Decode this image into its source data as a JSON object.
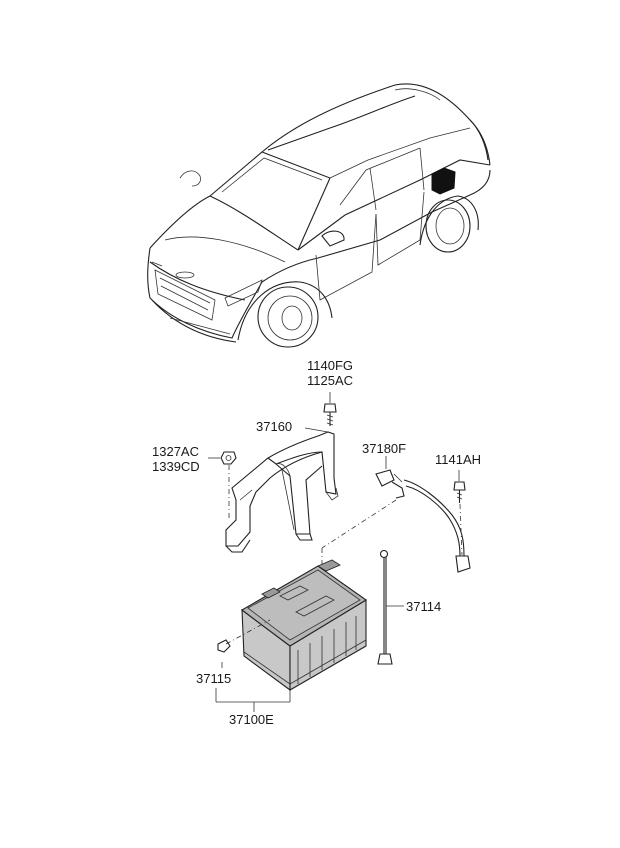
{
  "labels": {
    "l1140fg": "1140FG",
    "l1125ac": "1125AC",
    "l37160": "37160",
    "l1327ac": "1327AC",
    "l1339cd": "1339CD",
    "l37180f": "37180F",
    "l1141ah": "1141AH",
    "l37114": "37114",
    "l37115": "37115",
    "l37100e": "37100E"
  },
  "colors": {
    "line": "#222222",
    "battery_fill": "#c8c8c8",
    "battery_top": "#b5b5b5",
    "marker": "#111111"
  }
}
